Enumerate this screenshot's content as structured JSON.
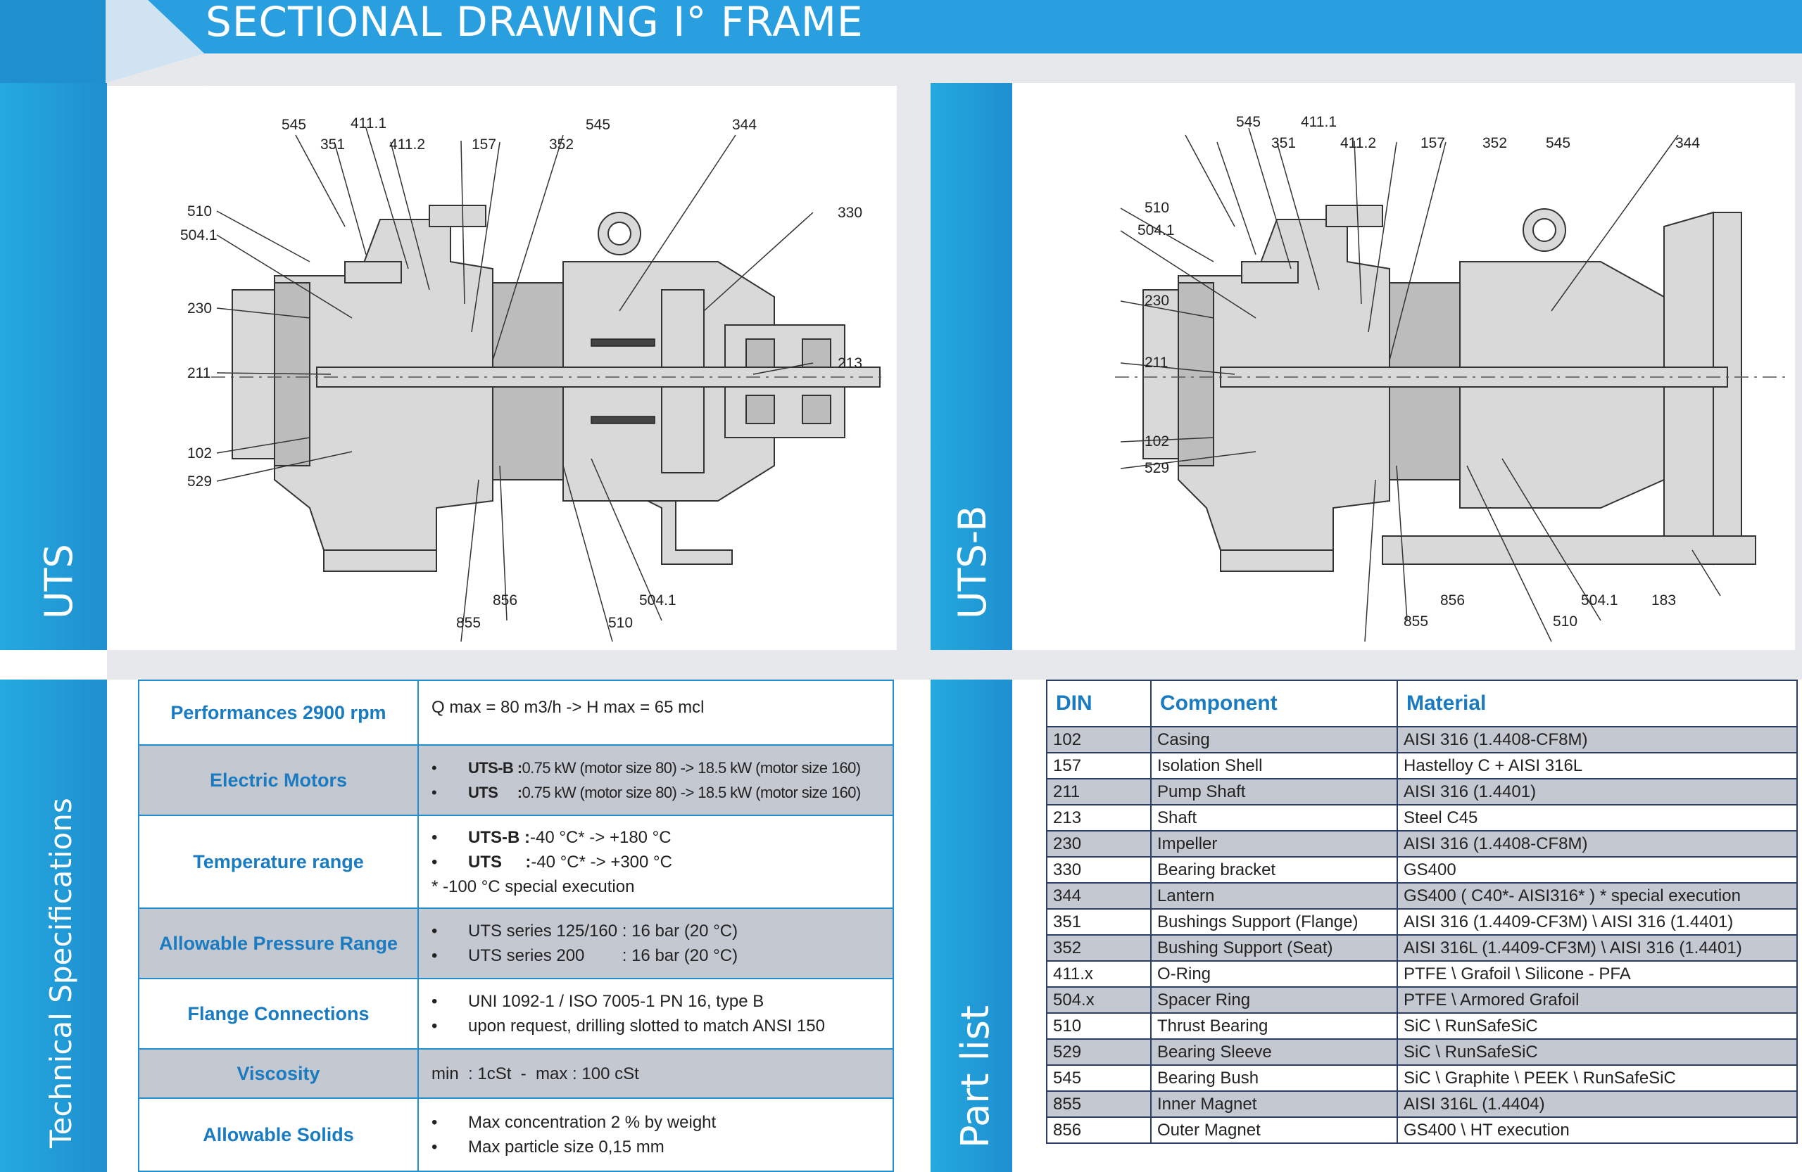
{
  "header": {
    "title": "SECTIONAL DRAWING I° FRAME"
  },
  "side_labels": {
    "uts": "UTS",
    "uts_b": "UTS-B",
    "tech_specs": "Technical Specifications",
    "part_list": "Part list"
  },
  "drawing_uts": {
    "labels": [
      {
        "id": "545a",
        "text": "545"
      },
      {
        "id": "4111",
        "text": "411.1"
      },
      {
        "id": "351",
        "text": "351"
      },
      {
        "id": "4112",
        "text": "411.2"
      },
      {
        "id": "157",
        "text": "157"
      },
      {
        "id": "352",
        "text": "352"
      },
      {
        "id": "545b",
        "text": "545"
      },
      {
        "id": "344",
        "text": "344"
      },
      {
        "id": "510a",
        "text": "510"
      },
      {
        "id": "5041a",
        "text": "504.1"
      },
      {
        "id": "230",
        "text": "230"
      },
      {
        "id": "211",
        "text": "211"
      },
      {
        "id": "102",
        "text": "102"
      },
      {
        "id": "529",
        "text": "529"
      },
      {
        "id": "330",
        "text": "330"
      },
      {
        "id": "213",
        "text": "213"
      },
      {
        "id": "856",
        "text": "856"
      },
      {
        "id": "855",
        "text": "855"
      },
      {
        "id": "5041b",
        "text": "504.1"
      },
      {
        "id": "510b",
        "text": "510"
      }
    ]
  },
  "drawing_utsb": {
    "labels": [
      {
        "id": "545a",
        "text": "545"
      },
      {
        "id": "4111",
        "text": "411.1"
      },
      {
        "id": "351",
        "text": "351"
      },
      {
        "id": "4112",
        "text": "411.2"
      },
      {
        "id": "157",
        "text": "157"
      },
      {
        "id": "352",
        "text": "352"
      },
      {
        "id": "545b",
        "text": "545"
      },
      {
        "id": "344",
        "text": "344"
      },
      {
        "id": "510a",
        "text": "510"
      },
      {
        "id": "5041a",
        "text": "504.1"
      },
      {
        "id": "230",
        "text": "230"
      },
      {
        "id": "211",
        "text": "211"
      },
      {
        "id": "102",
        "text": "102"
      },
      {
        "id": "529",
        "text": "529"
      },
      {
        "id": "856",
        "text": "856"
      },
      {
        "id": "855",
        "text": "855"
      },
      {
        "id": "5041b",
        "text": "504.1"
      },
      {
        "id": "510b",
        "text": "510"
      },
      {
        "id": "183",
        "text": "183"
      }
    ]
  },
  "specs": {
    "performances": {
      "label": "Performances 2900 rpm",
      "value": "Q max = 80 m3/h -> H max = 65 mcl"
    },
    "motors": {
      "label": "Electric Motors",
      "b1_key": "UTS-B :",
      "b1_val": " 0.75 kW (motor size 80) -> 18.5 kW (motor size 160)",
      "b2_key": "UTS     :",
      "b2_val": " 0.75 kW (motor size 80) -> 18.5 kW (motor size 160)"
    },
    "temperature": {
      "label": "Temperature range",
      "b1_key": "UTS-B :",
      "b1_val": " -40 °C*  -> +180 °C",
      "b2_key": "UTS     :",
      "b2_val": " -40 °C*  -> +300 °C",
      "note": "* -100 °C special execution"
    },
    "pressure": {
      "label": "Allowable Pressure Range",
      "b1": "UTS series 125/160 : 16 bar (20 °C)",
      "b2": "UTS series 200        : 16 bar (20 °C)"
    },
    "flange": {
      "label": "Flange Connections",
      "b1": "UNI 1092-1 / ISO 7005-1 PN 16, type B",
      "b2": "upon request, drilling slotted to match ANSI 150"
    },
    "viscosity": {
      "label": "Viscosity",
      "value": "min  : 1cSt  -  max : 100 cSt"
    },
    "solids": {
      "label": "Allowable Solids",
      "b1": "Max concentration 2 % by weight",
      "b2": "Max particle size 0,15 mm"
    },
    "bullet": "•"
  },
  "parts": {
    "headers": {
      "din": "DIN",
      "component": "Component",
      "material": "Material"
    },
    "rows": [
      {
        "din": "102",
        "component": "Casing",
        "material": "AISI 316 (1.4408-CF8M)"
      },
      {
        "din": "157",
        "component": "Isolation Shell",
        "material": "Hastelloy C + AISI 316L"
      },
      {
        "din": "211",
        "component": "Pump Shaft",
        "material": "AISI 316 (1.4401)"
      },
      {
        "din": "213",
        "component": "Shaft",
        "material": "Steel C45"
      },
      {
        "din": "230",
        "component": "Impeller",
        "material": "AISI 316 (1.4408-CF8M)"
      },
      {
        "din": "330",
        "component": "Bearing bracket",
        "material": "GS400"
      },
      {
        "din": "344",
        "component": "Lantern",
        "material": "GS400 ( C40*- AISI316* ) * special execution"
      },
      {
        "din": "351",
        "component": "Bushings Support (Flange)",
        "material": "AISI 316 (1.4409-CF3M) \\ AISI 316 (1.4401)"
      },
      {
        "din": "352",
        "component": "Bushing Support (Seat)",
        "material": "AISI 316L (1.4409-CF3M) \\  AISI 316 (1.4401)"
      },
      {
        "din": "411.x",
        "component": "O-Ring",
        "material": "PTFE \\ Grafoil \\ Silicone - PFA"
      },
      {
        "din": "504.x",
        "component": "Spacer Ring",
        "material": "PTFE \\ Armored Grafoil"
      },
      {
        "din": "510",
        "component": "Thrust Bearing",
        "material": "SiC \\ RunSafeSiC"
      },
      {
        "din": "529",
        "component": "Bearing Sleeve",
        "material": "SiC \\ RunSafeSiC"
      },
      {
        "din": "545",
        "component": "Bearing Bush",
        "material": "SiC \\ Graphite \\ PEEK \\ RunSafeSiC"
      },
      {
        "din": "855",
        "component": "Inner Magnet",
        "material": "AISI 316L (1.4404)"
      },
      {
        "din": "856",
        "component": "Outer Magnet",
        "material": "GS400 \\ HT execution"
      }
    ]
  },
  "colors": {
    "accent": "#1f8fd0",
    "header_blue": "#2a9fe0",
    "row_grey": "#c4c8d0",
    "label_blue": "#1a7bc1"
  }
}
